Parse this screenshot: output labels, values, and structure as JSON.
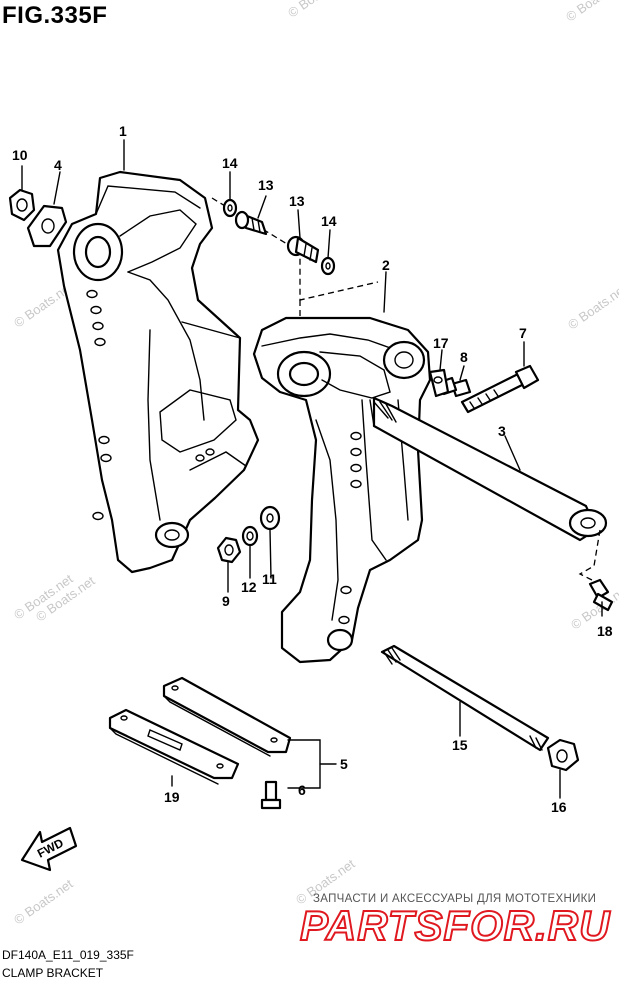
{
  "figure": {
    "title": "FIG.335F",
    "code": "DF140A_E11_019_335F",
    "caption": "CLAMP BRACKET"
  },
  "callouts": [
    "1",
    "2",
    "3",
    "4",
    "5",
    "6",
    "7",
    "8",
    "9",
    "10",
    "11",
    "12",
    "13",
    "13",
    "14",
    "14",
    "15",
    "16",
    "17",
    "18",
    "19"
  ],
  "direction_arrow": {
    "label": "FWD",
    "icon": "forward-arrow-icon"
  },
  "watermark": {
    "text": "© Boats.net"
  },
  "shop": {
    "tagline": "ЗАПЧАСТИ И АКСЕССУАРЫ ДЛЯ МОТОТЕХНИКИ",
    "logo": "PARTSFOR.RU",
    "logo_color": "#e0181f"
  }
}
